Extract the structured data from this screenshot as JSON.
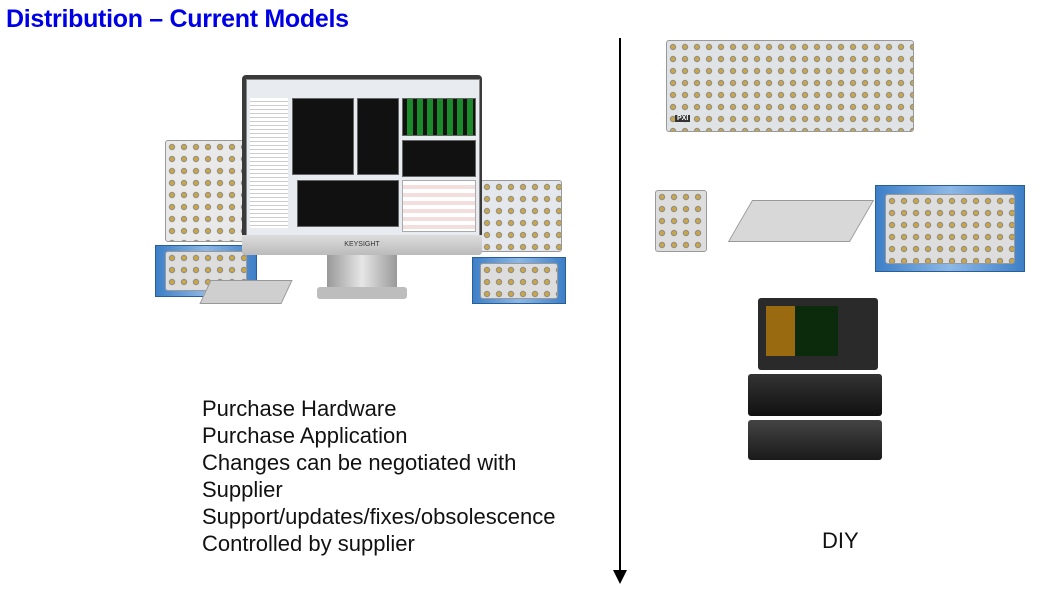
{
  "title": "Distribution – Current Models",
  "left_column": {
    "lines": [
      "Purchase Hardware",
      "Purchase Application",
      "Changes can be negotiated with",
      "Supplier",
      "Support/updates/fixes/obsolescence",
      "Controlled by supplier"
    ],
    "monitor_logo": "KEYSIGHT"
  },
  "right_column": {
    "label": "DIY",
    "chassis_badge": "PXI"
  },
  "colors": {
    "title": "#0000e6",
    "text": "#111111"
  }
}
